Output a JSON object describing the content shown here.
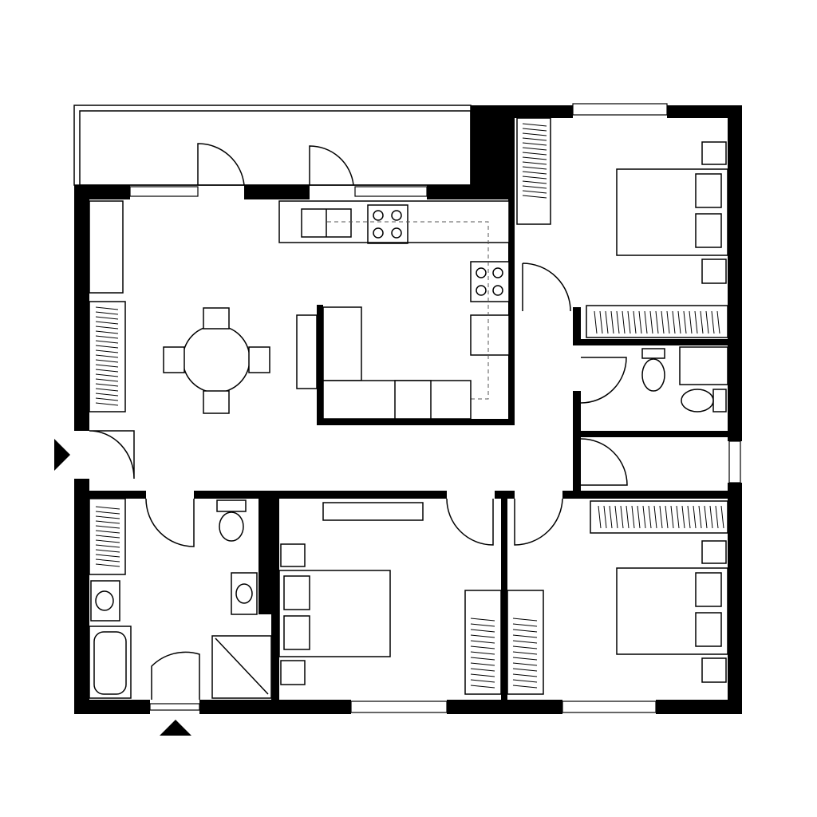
{
  "plan": {
    "colors": {
      "wall": "#000000",
      "background": "#ffffff",
      "line": "#000000",
      "dashed": "#555555"
    },
    "rooms": [
      "porch",
      "living-dining",
      "kitchen",
      "bedroom-northeast",
      "bathroom-east",
      "hallway",
      "bathroom-southwest",
      "bedroom-south",
      "bedroom-southeast"
    ],
    "icons": [
      "entry-arrow-icon",
      "bed-icon",
      "toilet-icon",
      "sink-icon",
      "bathtub-icon",
      "shower-icon",
      "stove-icon",
      "dining-table-icon",
      "wardrobe-icon"
    ]
  }
}
